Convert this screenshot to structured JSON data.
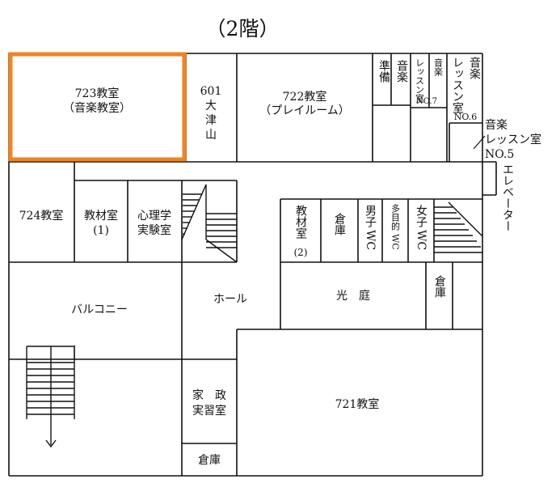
{
  "floor_title": "（2階）",
  "highlight_color": "#f5821f",
  "rooms": {
    "r723": {
      "line1": "723教室",
      "line2": "（音楽教室）"
    },
    "r601": {
      "line1": "601",
      "line2": "大",
      "line3": "津",
      "line4": "山"
    },
    "r722": {
      "line1": "722教室",
      "line2": "（プレイルーム）"
    },
    "junbi": {
      "col1": "準備",
      "col2": "音楽"
    },
    "lesson7": {
      "col1": "音楽",
      "col2": "レッスン室",
      "no": "NO.7"
    },
    "lesson6": {
      "col1": "音楽",
      "col2": "レッスン室",
      "no": "NO.6"
    },
    "lesson5": {
      "line1": "音楽",
      "line2": "レッスン室",
      "line3": "NO.5"
    },
    "elevator": "エレベーター",
    "r724": "724教室",
    "kyozai1": {
      "line1": "教材室",
      "line2": "(1)"
    },
    "shinri": {
      "line1": "心理学",
      "line2": "実験室"
    },
    "kyozai2": {
      "col": "教材室",
      "num": "(2)"
    },
    "soko1": "倉庫",
    "danshi": {
      "col": "男子",
      "wc": "WC"
    },
    "tamokuteki": {
      "col": "多目的",
      "wc": "WC"
    },
    "joshi": {
      "col": "女子",
      "wc": "WC"
    },
    "balcony": "バルコニー",
    "hall": "ホール",
    "kotei": "光　庭",
    "soko2": "倉庫",
    "kasei": {
      "line1": "家　政",
      "line2": "実習室"
    },
    "soko3": "倉庫",
    "r721": "721教室"
  }
}
